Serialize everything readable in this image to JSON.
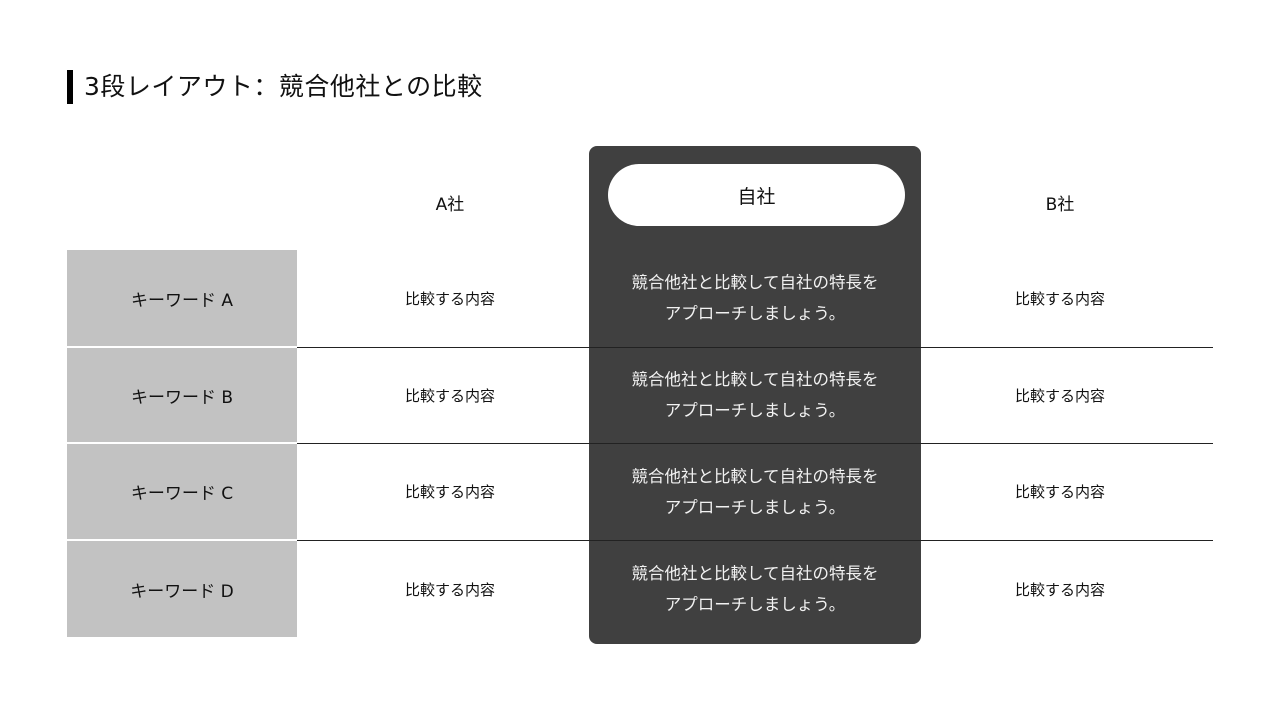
{
  "title": "3段レイアウト：競合他社との比較",
  "columns": {
    "a": "A社",
    "own": "自社",
    "b": "B社"
  },
  "rows": [
    {
      "keyword": "キーワード A",
      "a": "比較する内容",
      "own_line1": "競合他社と比較して自社の特長を",
      "own_line2": "アプローチしましょう。",
      "b": "比較する内容"
    },
    {
      "keyword": "キーワード B",
      "a": "比較する内容",
      "own_line1": "競合他社と比較して自社の特長を",
      "own_line2": "アプローチしましょう。",
      "b": "比較する内容"
    },
    {
      "keyword": "キーワード C",
      "a": "比較する内容",
      "own_line1": "競合他社と比較して自社の特長を",
      "own_line2": "アプローチしましょう。",
      "b": "比較する内容"
    },
    {
      "keyword": "キーワード D",
      "a": "比較する内容",
      "own_line1": "競合他社と比較して自社の特長を",
      "own_line2": "アプローチしましょう。",
      "b": "比較する内容"
    }
  ],
  "colors": {
    "own_column_bg": "#404040",
    "keyword_bg": "#c2c2c2",
    "accent_bar": "#000000"
  }
}
